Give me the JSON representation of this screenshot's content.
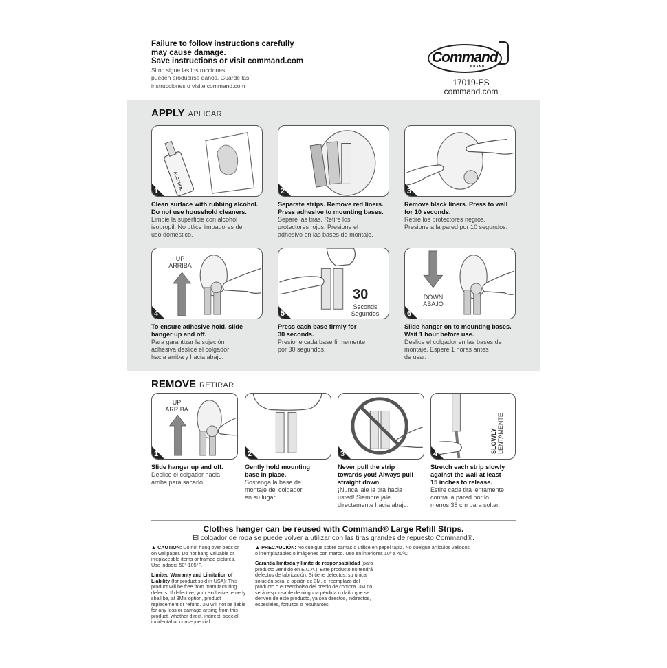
{
  "header": {
    "warning_en_1": "Failure to follow instructions carefully",
    "warning_en_2": "may cause damage.",
    "warning_en_3": "Save instructions or visit command.com",
    "warning_es_1": "Si no sigue las instrucciones",
    "warning_es_2": "pueden producirse daños. Guarde las",
    "warning_es_3": "instrucciones o visite command.com"
  },
  "logo": {
    "word": "Command",
    "brand": "BRAND"
  },
  "product_code": "17019-ES",
  "website": "command.com",
  "apply": {
    "title_en": "APPLY",
    "title_es": "APLICAR",
    "steps": [
      {
        "num": "1",
        "en_1": "Clean surface with rubbing alcohol.",
        "en_2": "Do not use household cleaners.",
        "es_1": "Limpie la superficie con alcohol",
        "es_2": "isopropil. No utlice limpadores de",
        "es_3": "uso doméstico.",
        "label": "ALCOHOL"
      },
      {
        "num": "2",
        "en_1": "Separate strips. Remove red liners.",
        "en_2": "Press adhesive to mounting bases.",
        "es_1": "Separe las tiras. Retire los",
        "es_2": "protectores rojos. Presione el",
        "es_3": "adhesivo en las bases de montaje."
      },
      {
        "num": "3",
        "en_1": "Remove black liners. Press to wall",
        "en_2": "for 10 seconds.",
        "es_1": "Retire los protectores negros.",
        "es_2": "Presione a la pared por 10 segundos.",
        "es_3": ""
      },
      {
        "num": "4",
        "en_1": "To ensure adhesive hold, slide",
        "en_2": "hanger up and off.",
        "es_1": "Para garantizar la sujeción",
        "es_2": "adhesiva deslice el colgador",
        "es_3": "hacia arriba y hacia abajo.",
        "label_en": "UP",
        "label_es": "ARRIBA"
      },
      {
        "num": "5",
        "en_1": "Press each base firmly for",
        "en_2": "30 seconds.",
        "es_1": "Presione cada base firmemente",
        "es_2": "por 30 segundos.",
        "es_3": "",
        "big": "30",
        "label_en": "Seconds",
        "label_es": "Segundos"
      },
      {
        "num": "6",
        "en_1": "Slide hanger on to mounting bases.",
        "en_2": "Wait 1 hour before use.",
        "es_1": "Deslice el colgador en las bases de",
        "es_2": "montaje. Espere 1 horas antes",
        "es_3": "de usar.",
        "label_en": "DOWN",
        "label_es": "ABAJO"
      }
    ]
  },
  "remove": {
    "title_en": "REMOVE",
    "title_es": "RETIRAR",
    "steps": [
      {
        "num": "1",
        "en_1": "Slide hanger up and off.",
        "en_2": "",
        "en_3": "",
        "es_1": "Deslice el colgador hacia",
        "es_2": "arriba para sacarlo.",
        "es_3": "",
        "label_en": "UP",
        "label_es": "ARRIBA"
      },
      {
        "num": "2",
        "en_1": "Gently hold mounting",
        "en_2": "base in place.",
        "en_3": "",
        "es_1": "Sostenga la base de",
        "es_2": "montaje del colgador",
        "es_3": "en su lugar."
      },
      {
        "num": "3",
        "en_1": "Never pull the strip",
        "en_2": "towards you! Always pull",
        "en_3": "straight down.",
        "es_1": "¡Nunca jale la tira hacia",
        "es_2": "usted! Siempre jale",
        "es_3": "directamente hacia abajo."
      },
      {
        "num": "4",
        "en_1": "Stretch each strip slowly",
        "en_2": "against the wall at least",
        "en_3": "15 inches to release.",
        "es_1": "Estire cada tira lentamente",
        "es_2": "contra la pared por lo",
        "es_3": "menos 38 cm para soltar.",
        "label_en": "SLOWLY",
        "label_es": "LENTAMENTE"
      }
    ]
  },
  "reuse": {
    "en": "Clothes hanger can be reused with Command® Large Refill Strips.",
    "es": "El colgador de ropa se puede volver a utilizar con las tiras grandes de repuesto Command®."
  },
  "fine_print": {
    "caution_title": "▲ CAUTION:",
    "caution_body_1": " Do not hang over beds or",
    "caution_body_2": "on wallpaper. Do not hang valuable or",
    "caution_body_3": "irreplaceable items or framed pictures.",
    "caution_body_4": "Use indoors 50°-105°F.",
    "warranty_title_1": "Limited Warranty and Limitation of",
    "warranty_title_2": "Liability",
    "warranty_body_1": " (for product sold in USA): This",
    "warranty_body_2": "product will be free from manufacturing",
    "warranty_body_3": "defects. If defective, your exclusive remedy",
    "warranty_body_4": "shall be, at 3M's option, product",
    "warranty_body_5": "replacement or refund. 3M will not be liable",
    "warranty_body_6": "for any loss or damage arising from this",
    "warranty_body_7": "product, whether direct, indirect, special,",
    "warranty_body_8": "incidental or consequential.",
    "precaucion_title": "▲ PRECAUCIÓN:",
    "precaucion_body_1": " No cuelgue sobre camas o utilice en papel tapiz. No cuelgue artículos valiosos",
    "precaucion_body_2": "o irremplazables o imágenes con marco. Uso en interiores 10º a 40ºC",
    "garantia_title": "Garantía limitada y límite de responsabilidad",
    "garantia_body_1": " (para",
    "garantia_body_2": "producto vendido en E.U.A.): Este producto no tendrá",
    "garantia_body_3": "defectos de fabricación. Si tiene defectos, su única",
    "garantia_body_4": "solución será, a opción de 3M, el reemplazo del",
    "garantia_body_5": "producto o el reembolso del precio de compra. 3M no",
    "garantia_body_6": "será responsable de ninguna pérdida o daño que se",
    "garantia_body_7": "deriven de este producto, ya sea directos, indirectos,",
    "garantia_body_8": "especiales, fortuitos o resultantes."
  }
}
